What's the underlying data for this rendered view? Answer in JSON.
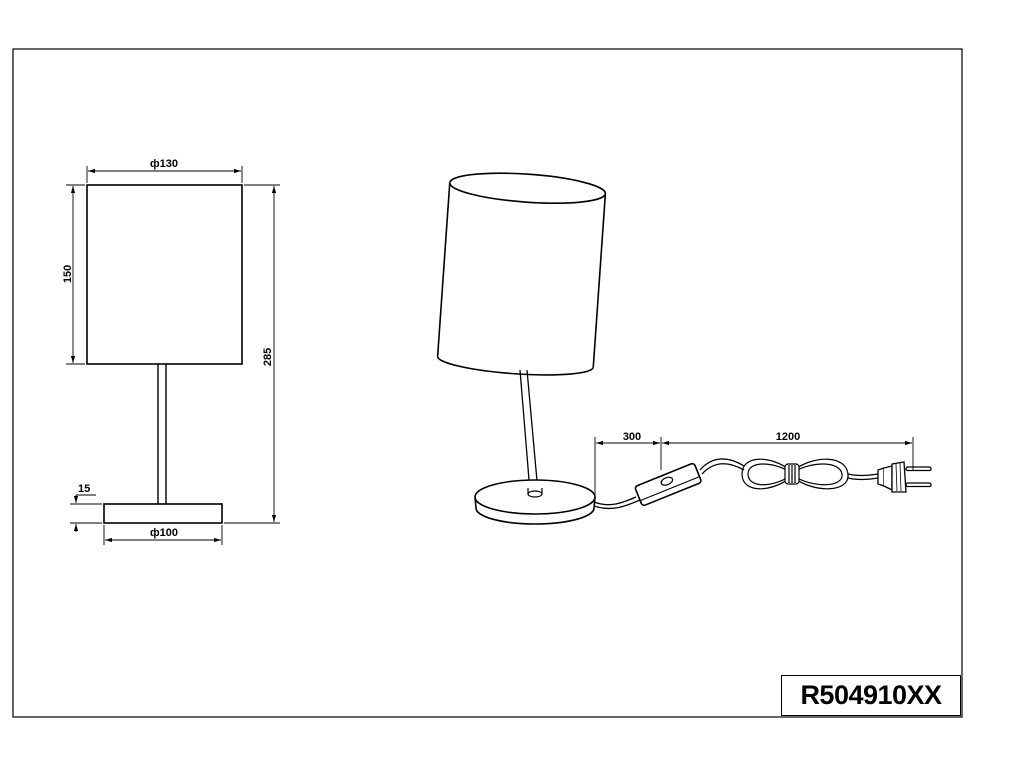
{
  "sheet": {
    "part_number": "R504910XX"
  },
  "dimensions": {
    "shade_diameter": "ф130",
    "shade_height": "150",
    "total_height": "285",
    "base_height": "15",
    "base_diameter": "ф100",
    "switch_cable_length": "300",
    "plug_cable_length": "1200"
  }
}
